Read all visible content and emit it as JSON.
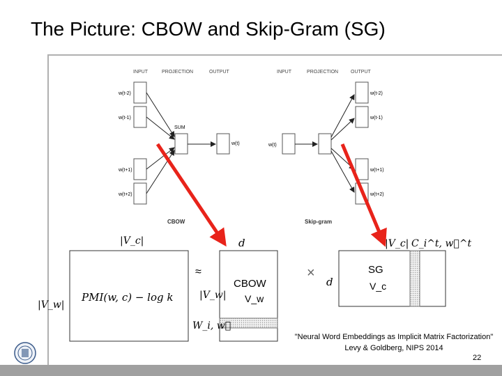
{
  "slide": {
    "title": "The Picture: CBOW and Skip-Gram (SG)",
    "page_number": "22"
  },
  "cbow": {
    "input_header": "INPUT",
    "projection_header": "PROJECTION",
    "output_header": "OUTPUT",
    "inputs": [
      "w(t-2)",
      "w(t-1)",
      "w(t+1)",
      "w(t+2)"
    ],
    "sum_label": "SUM",
    "output": "w(t)",
    "caption": "CBOW"
  },
  "skipgram": {
    "input_header": "INPUT",
    "projection_header": "PROJECTION",
    "output_header": "OUTPUT",
    "input": "w(t)",
    "outputs": [
      "w(t-2)",
      "w(t-1)",
      "w(t+1)",
      "w(t+2)"
    ],
    "caption": "Skip-gram"
  },
  "factorization": {
    "vc_top": "|V_c|",
    "vw_left": "|V_w|",
    "pmi_formula": "PMI(w, c) − log k",
    "approx_symbol": "≈",
    "d_top": "d",
    "vw_mid": "|V_w|",
    "cbow_label": "CBOW",
    "vw_sub": "V_w",
    "wi_label": "W_i, w⃗",
    "times_symbol": "×",
    "d_left": "d",
    "vc_right": "|V_c|",
    "ci_label": "C_i^t, w⃗^t",
    "sg_label": "SG",
    "vc_sub": "V_c"
  },
  "citation": {
    "line1": "\"Neural Word Embeddings as Implicit Matrix Factorization\"",
    "line2": "Levy & Goldberg, NIPS 2014"
  },
  "colors": {
    "arrow": "#e8231a",
    "box_border": "#555555"
  }
}
